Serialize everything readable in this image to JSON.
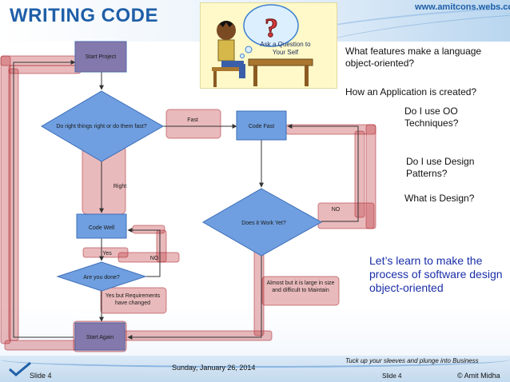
{
  "header": {
    "title": "WRITING CODE",
    "website": "www.amitcons.webs.com"
  },
  "cartoon": {
    "caption": "Ask a Question to Your Self",
    "icon": "question-mark-icon"
  },
  "flowchart": {
    "nodes": {
      "start_project": "Start Project",
      "decision_quality": "Do right things right or do them fast?",
      "code_fast": "Code Fast",
      "does_it_work": "Does it Work Yet?",
      "code_well": "Code Well",
      "are_you_done": "Are you done?",
      "start_again": "Start Again"
    },
    "labels": {
      "fast": "Fast",
      "right": "Right",
      "no_top": "NO",
      "yes": "Yes",
      "no_mid": "NO",
      "yes_but": "Yes but Requirements have changed",
      "almost": "Almost but it is large in size and difficult to Maintain"
    }
  },
  "questions": {
    "q1": "What features make a language object-oriented?",
    "q2": "How an Application is created?",
    "q3": "Do I use OO Techniques?",
    "q4": "Do I use Design Patterns?",
    "q5": "What is Design?"
  },
  "callout": "Let’s learn to make the process of software design object-oriented",
  "footer": {
    "slide_left": "Slide 4",
    "date": "Sunday, January 26, 2014",
    "tagline": "Tuck up your sleeves and plunge into Business",
    "slide_right": "Slide 4",
    "author": "© Amit Midha"
  },
  "colors": {
    "node_fill": "#6f9fe0",
    "node_stroke": "#3f6fb8",
    "accent_red": "#c0393f",
    "title_blue": "#1f5fa8",
    "callout_blue": "#1a2ea8"
  }
}
